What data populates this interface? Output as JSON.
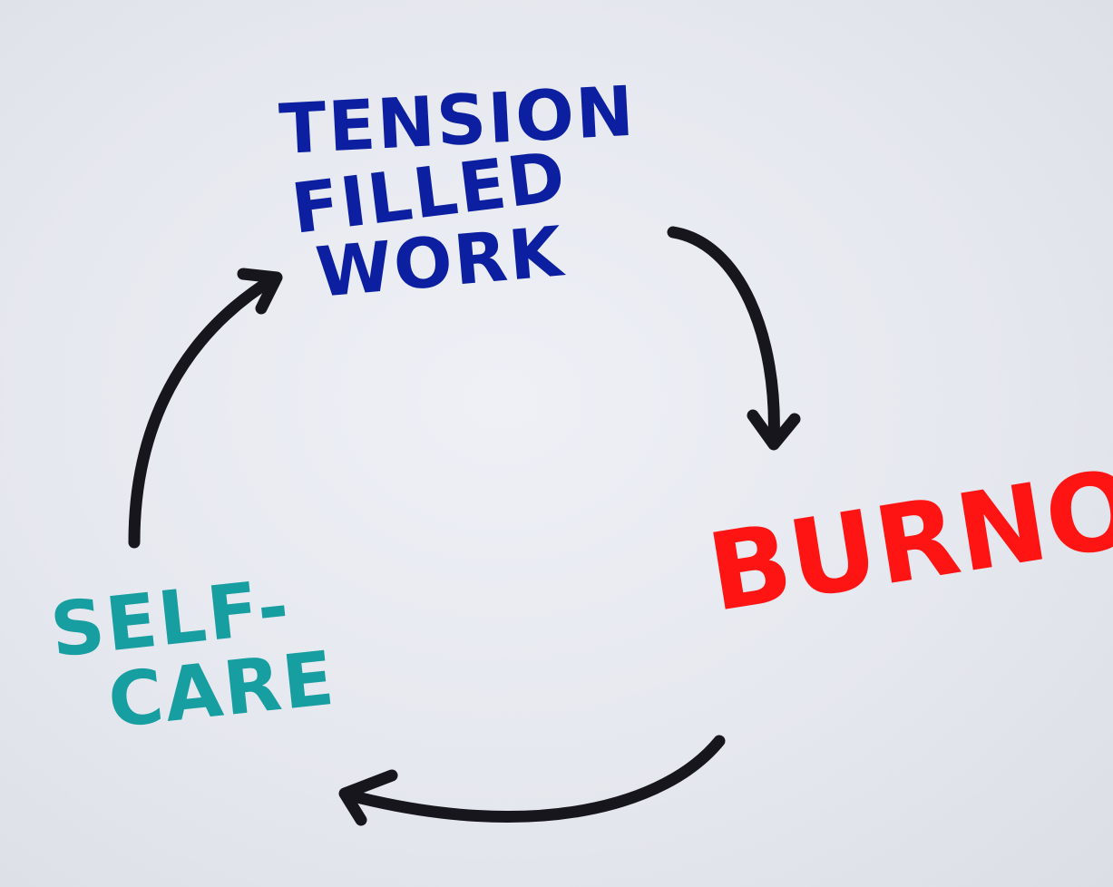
{
  "diagram": {
    "nodes": [
      {
        "id": "tension",
        "lines": [
          "Tension",
          "Filled",
          "Work"
        ],
        "color": "#0b1fa0"
      },
      {
        "id": "burnout",
        "lines": [
          "Burnout"
        ],
        "color": "#ff1414"
      },
      {
        "id": "selfcare",
        "lines": [
          "Self-",
          "Care"
        ],
        "color": "#169ea0"
      }
    ],
    "edges": [
      {
        "from": "tension",
        "to": "burnout"
      },
      {
        "from": "burnout",
        "to": "selfcare"
      },
      {
        "from": "selfcare",
        "to": "tension"
      }
    ],
    "arrow_color": "#16161c",
    "background_color": "#e8eaf0"
  }
}
